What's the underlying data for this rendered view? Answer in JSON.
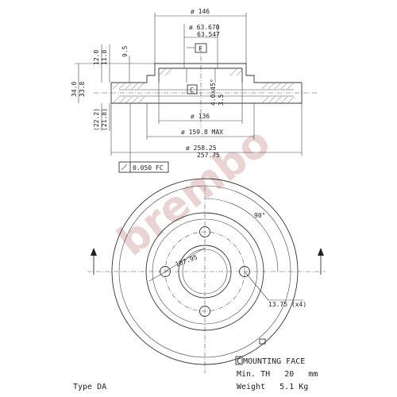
{
  "dimensions": {
    "d146": "ø 146",
    "d63870": "ø 63.670",
    "d63547": "63.547",
    "f_box": "F",
    "h12": "12.0",
    "h118": "11.8",
    "h95": "9.5",
    "h340": "34.0",
    "h338": "33.8",
    "h222": "(22.2)",
    "h218": "(21.8)",
    "c_box": "C",
    "d4045": "4.0x45°",
    "r35": "3.5",
    "d136": "ø 136",
    "d1598": "ø 159.8 MAX",
    "d25825": "ø 258.25",
    "d25775": "257.75",
    "tol": "0.050 FC",
    "angle90": "90°",
    "pcd": "107.95",
    "holes": "13.75 (x4)"
  },
  "notes": {
    "mounting_c": "C",
    "mounting_label": "MOUNTING FACE",
    "min_th": "Min. TH   20   mm",
    "weight": "Weight   5.1 Kg"
  },
  "type_label": "Type DA",
  "watermark": "brembo",
  "colors": {
    "line": "#333333",
    "watermark": "#e9d3d3"
  }
}
